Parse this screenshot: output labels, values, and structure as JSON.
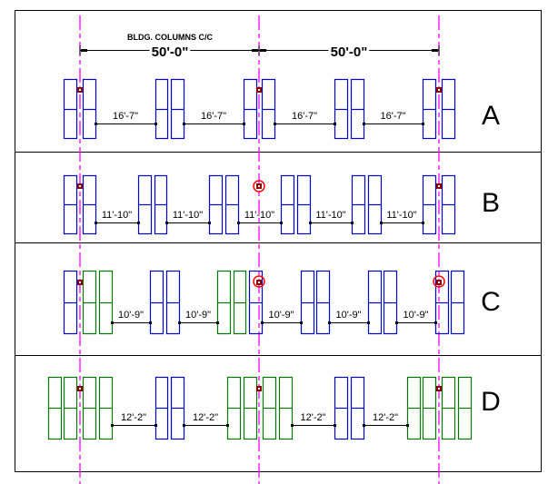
{
  "header": {
    "title": "BLDG. COLUMNS C/C",
    "spans": [
      "50'-0\"",
      "50'-0\""
    ]
  },
  "colors": {
    "frame": "#000000",
    "column_line": "#ff00ff",
    "rack_existing": "#0000cc",
    "rack_new": "#007700",
    "column_marker": "#8b0000",
    "conflict_circle": "#ff0000",
    "dimension": "#000000"
  },
  "rows": [
    {
      "label": "A",
      "aisle_dimension": "16'-7\"",
      "aisle_count": 4,
      "conflicts": 0
    },
    {
      "label": "B",
      "aisle_dimension": "11'-10\"",
      "aisle_count": 5,
      "conflicts": 1
    },
    {
      "label": "C",
      "aisle_dimension": "10'-9\"",
      "aisle_count": 5,
      "conflicts": 2
    },
    {
      "label": "D",
      "aisle_dimension": "12'-2\"",
      "aisle_count": 4,
      "conflicts": 0
    }
  ]
}
